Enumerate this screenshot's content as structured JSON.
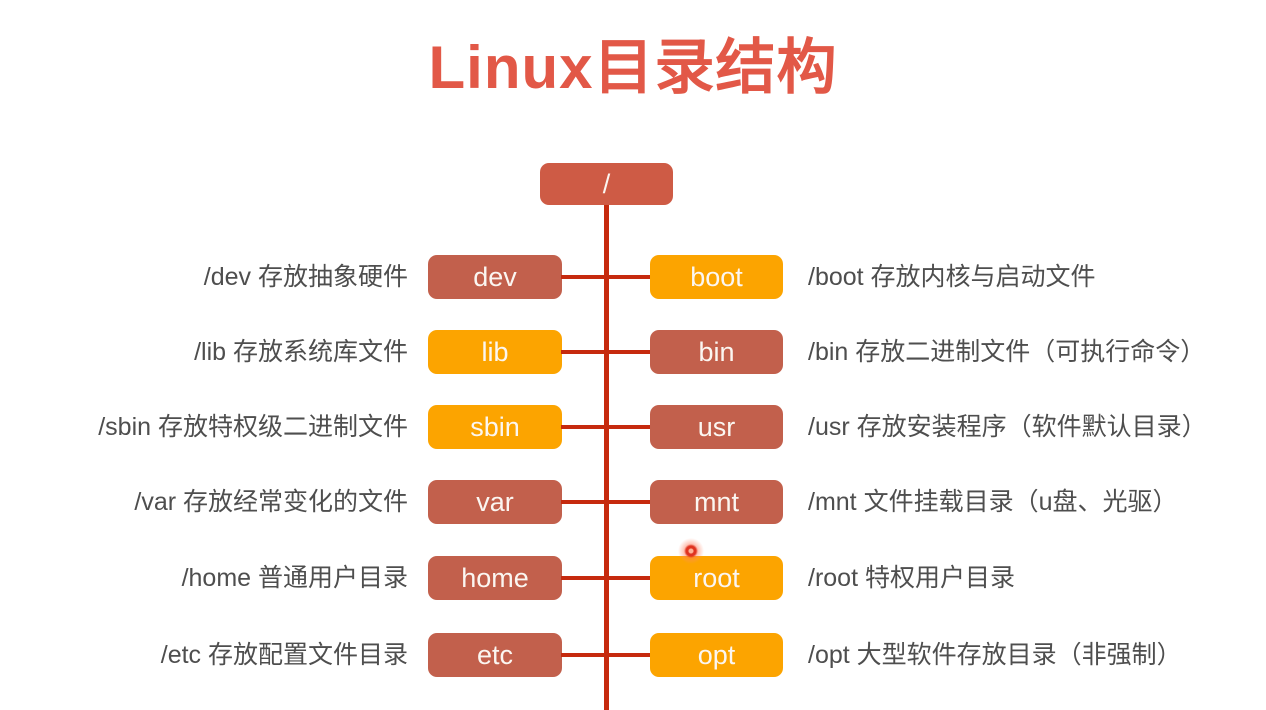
{
  "title": "Linux目录结构",
  "colors": {
    "title_color": "#e25847",
    "terracotta": "#c2604c",
    "orange": "#fca400",
    "root_box": "#ce5b45",
    "line_color": "#c62a0e",
    "label_text": "#4e4e4e",
    "box_text": "#fbf6f1"
  },
  "root": {
    "label": "/"
  },
  "rows": [
    {
      "left": {
        "name": "dev",
        "palette": "terracotta",
        "desc": "/dev 存放抽象硬件"
      },
      "right": {
        "name": "boot",
        "palette": "orange",
        "desc": "/boot 存放内核与启动文件"
      }
    },
    {
      "left": {
        "name": "lib",
        "palette": "orange",
        "desc": "/lib 存放系统库文件"
      },
      "right": {
        "name": "bin",
        "palette": "terracotta",
        "desc": "/bin 存放二进制文件（可执行命令）"
      }
    },
    {
      "left": {
        "name": "sbin",
        "palette": "orange",
        "desc": "/sbin 存放特权级二进制文件"
      },
      "right": {
        "name": "usr",
        "palette": "terracotta",
        "desc": "/usr 存放安装程序（软件默认目录）"
      }
    },
    {
      "left": {
        "name": "var",
        "palette": "terracotta",
        "desc": "/var 存放经常变化的文件"
      },
      "right": {
        "name": "mnt",
        "palette": "terracotta",
        "desc": "/mnt 文件挂载目录（u盘、光驱）"
      }
    },
    {
      "left": {
        "name": "home",
        "palette": "terracotta",
        "desc": "/home 普通用户目录"
      },
      "right": {
        "name": "root",
        "palette": "orange",
        "desc": "/root 特权用户目录"
      }
    },
    {
      "left": {
        "name": "etc",
        "palette": "terracotta",
        "desc": "/etc 存放配置文件目录"
      },
      "right": {
        "name": "opt",
        "palette": "orange",
        "desc": "/opt 大型软件存放目录（非强制）"
      }
    }
  ]
}
